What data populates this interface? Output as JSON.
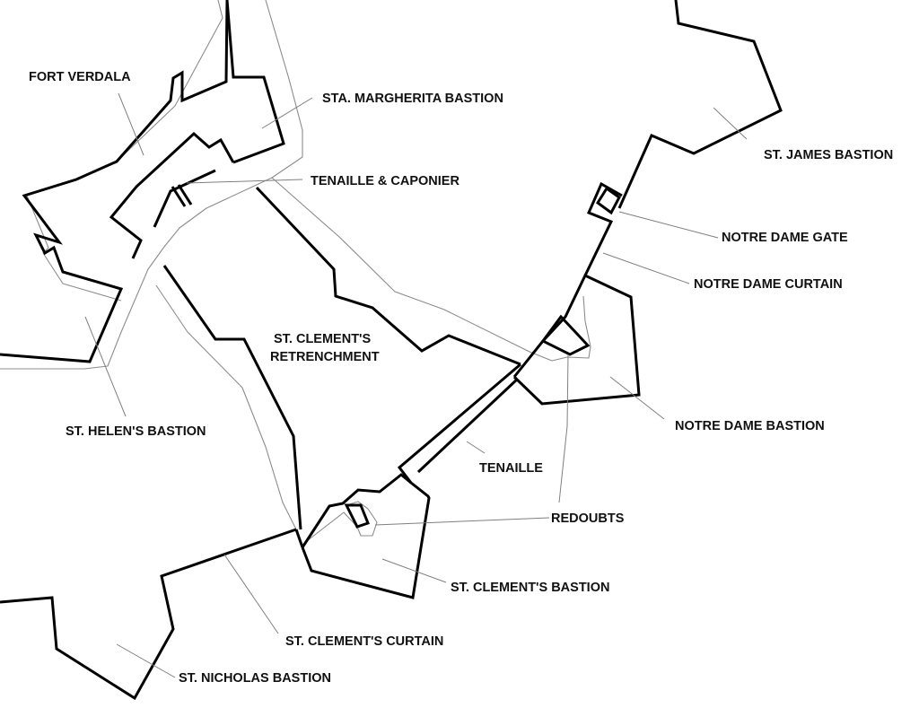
{
  "labels": {
    "fort_verdala": "FORT VERDALA",
    "sta_margherita_bastion": "STA. MARGHERITA BASTION",
    "tenaille_caponier": "TENAILLE & CAPONIER",
    "st_james_bastion": "ST. JAMES BASTION",
    "notre_dame_gate": "NOTRE DAME GATE",
    "notre_dame_curtain": "NOTRE DAME CURTAIN",
    "st_clements_retrenchment_line1": "ST. CLEMENT'S",
    "st_clements_retrenchment_line2": "RETRENCHMENT",
    "notre_dame_bastion": "NOTRE DAME BASTION",
    "st_helens_bastion": "ST. HELEN'S BASTION",
    "tenaille": "TENAILLE",
    "redoubts": "REDOUBTS",
    "st_clements_bastion": "ST. CLEMENT'S BASTION",
    "st_clements_curtain": "ST. CLEMENT'S CURTAIN",
    "st_nicholas_bastion": "ST. NICHOLAS BASTION"
  },
  "colors": {
    "wall": "#000000",
    "outline": "#8c8c8c",
    "leader": "#7f7f7f",
    "text": "#111111",
    "background": "#ffffff"
  }
}
